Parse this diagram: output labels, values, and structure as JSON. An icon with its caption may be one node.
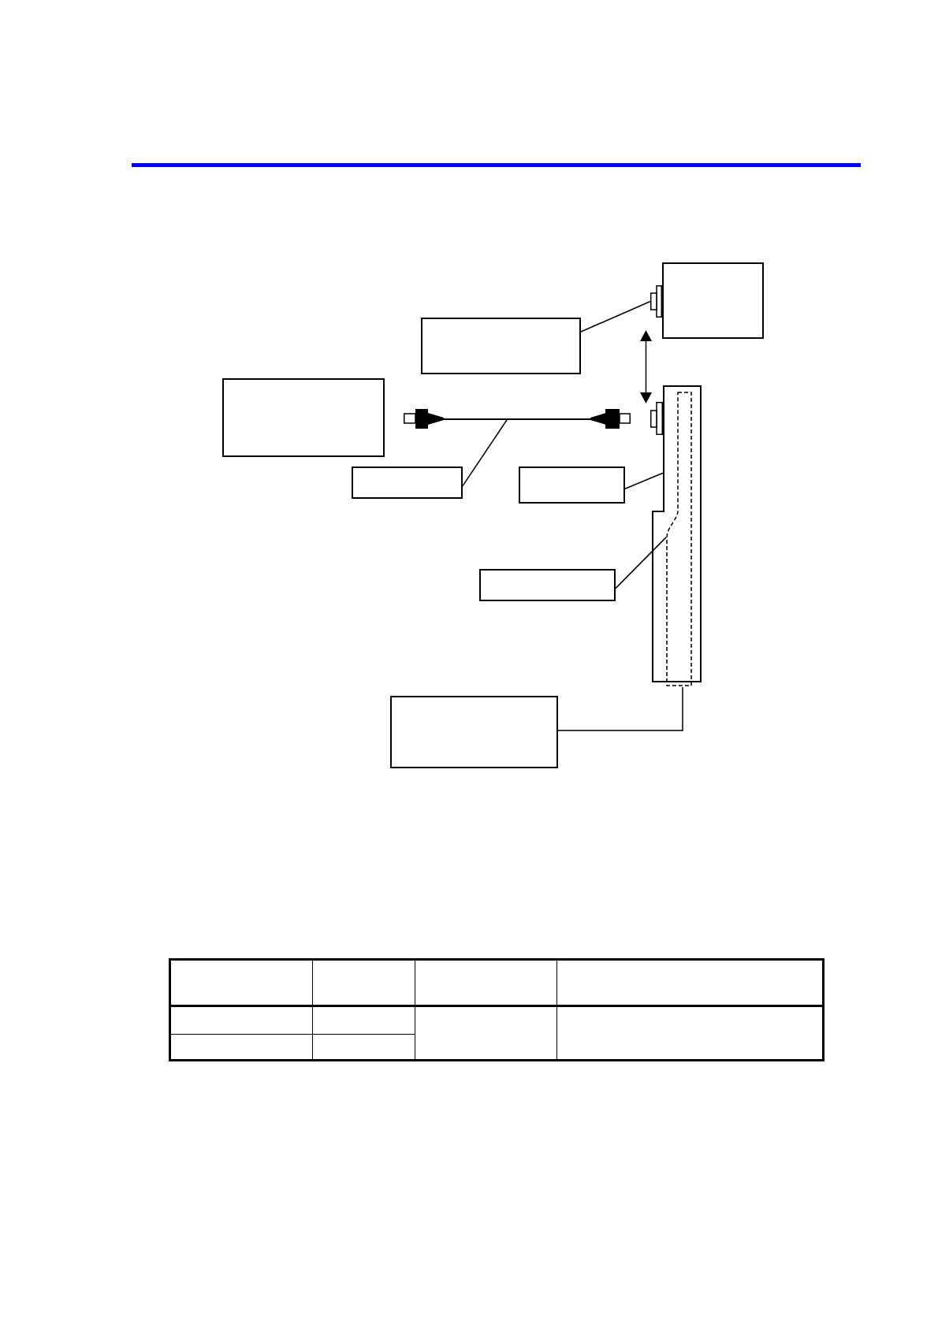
{
  "diagram": {
    "nodes": [
      {
        "text": [],
        "shape": "box"
      },
      {
        "text": [],
        "shape": "picture"
      },
      {
        "text": [],
        "shape": "box"
      },
      {
        "text": [],
        "shape": "box"
      },
      {
        "text": [],
        "shape": "line"
      },
      {
        "text": [],
        "shape": "picture"
      },
      {
        "text": [],
        "shape": "box"
      },
      {
        "text": [],
        "shape": "box"
      },
      {
        "text": [],
        "shape": "box",
        "in": 5
      },
      {
        "text": [],
        "shape": "box"
      },
      {
        "text": [],
        "shape": "box"
      }
    ],
    "edges": [
      {
        "from": 2,
        "to": 1,
        "arrow": "none"
      },
      {
        "from": 6,
        "to": 4,
        "arrow": "none"
      },
      {
        "from": 7,
        "to": 5,
        "arrow": "none"
      },
      {
        "from": 9,
        "to": 8,
        "arrow": "none"
      },
      {
        "from": 10,
        "to": 8,
        "arrow": "none"
      }
    ]
  }
}
